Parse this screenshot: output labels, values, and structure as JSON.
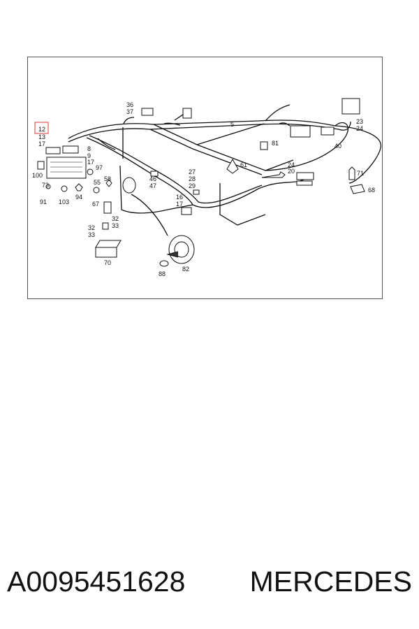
{
  "diagram": {
    "highlight_color": "#e05a5a",
    "callouts": {
      "c12": "12",
      "c13": "13",
      "c17a": "17",
      "c36": "36",
      "c37": "37",
      "c5": "5",
      "c23": "23",
      "c24a": "24",
      "c40": "40",
      "c81": "81",
      "c61": "61",
      "c24b": "24",
      "c20": "20",
      "c71": "71",
      "c68": "68",
      "c8": "8",
      "c9": "9",
      "c17b": "17",
      "c97": "97",
      "c100": "100",
      "c73": "73",
      "c91": "91",
      "c103": "103",
      "c94": "94",
      "c55": "55",
      "c58": "58",
      "c46": "46",
      "c47": "47",
      "c27": "27",
      "c28": "28",
      "c29": "29",
      "c16": "16",
      "c17c": "17",
      "c67": "67",
      "c32a": "32",
      "c33a": "33",
      "c32b": "32",
      "c33b": "33",
      "c70": "70",
      "c82": "82",
      "c88": "88"
    }
  },
  "caption": {
    "part_number": "A0095451628",
    "brand": "MERCEDES"
  }
}
